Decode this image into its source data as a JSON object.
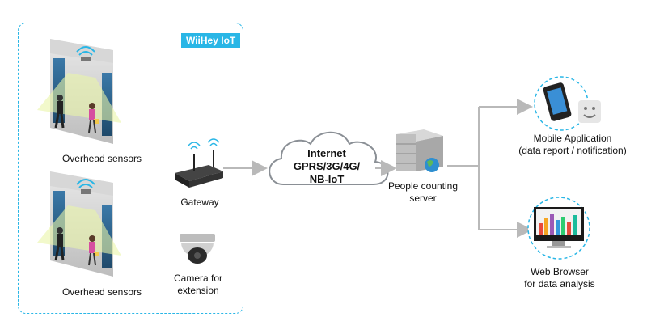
{
  "iot_label": "WiiHey IoT",
  "sensor_top_label": "Overhead sensors",
  "sensor_bottom_label": "Overhead sensors",
  "gateway_label": "Gateway",
  "camera_label_line1": "Camera for",
  "camera_label_line2": "extension",
  "cloud_line1": "Internet",
  "cloud_line2": "GPRS/3G/4G/",
  "cloud_line3": "NB-IoT",
  "server_line1": "People counting",
  "server_line2": "server",
  "mobile_line1": "Mobile Application",
  "mobile_line2": "(data report / notification)",
  "web_line1": "Web Browser",
  "web_line2": "for data analysis",
  "colors": {
    "accent": "#29b6e6",
    "arrow": "#b9b9b9",
    "door": "#2f5f86",
    "cloud": "#8a8f95"
  },
  "icons": [
    "door-sensor-icon",
    "gateway-icon",
    "camera-icon",
    "cloud-icon",
    "server-icon",
    "smartphone-icon",
    "monitor-icon"
  ]
}
